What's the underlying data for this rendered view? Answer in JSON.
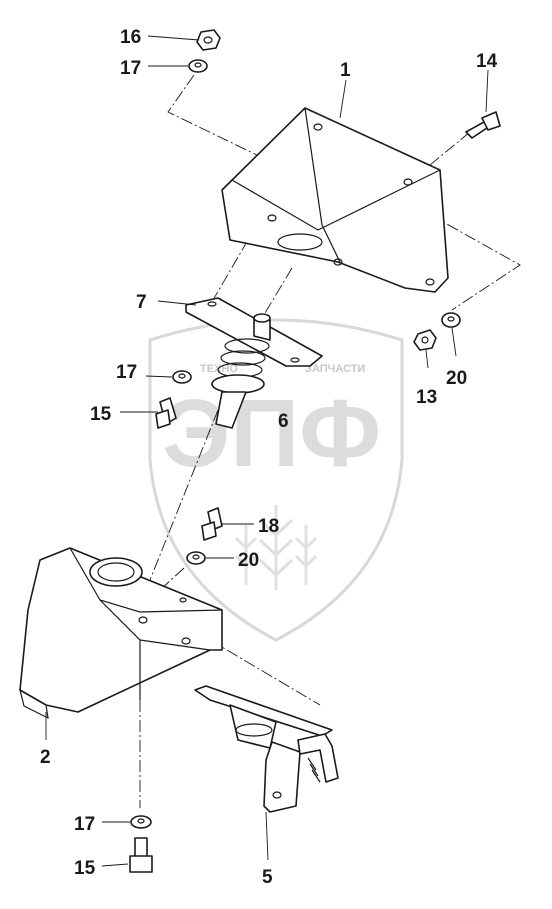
{
  "watermark": {
    "letters": "ЭПФ",
    "word_left": "ТЕХНО",
    "word_right": "ЗАПЧАСТИ"
  },
  "callouts": [
    {
      "id": "c16",
      "text": "16"
    },
    {
      "id": "c17a",
      "text": "17"
    },
    {
      "id": "c1",
      "text": "1"
    },
    {
      "id": "c14",
      "text": "14"
    },
    {
      "id": "c7",
      "text": "7"
    },
    {
      "id": "c17b",
      "text": "17"
    },
    {
      "id": "c15a",
      "text": "15"
    },
    {
      "id": "c6",
      "text": "6"
    },
    {
      "id": "c13",
      "text": "13"
    },
    {
      "id": "c20a",
      "text": "20"
    },
    {
      "id": "c18",
      "text": "18"
    },
    {
      "id": "c20b",
      "text": "20"
    },
    {
      "id": "c2",
      "text": "2"
    },
    {
      "id": "c5",
      "text": "5"
    },
    {
      "id": "c17c",
      "text": "17"
    },
    {
      "id": "c15b",
      "text": "15"
    }
  ]
}
